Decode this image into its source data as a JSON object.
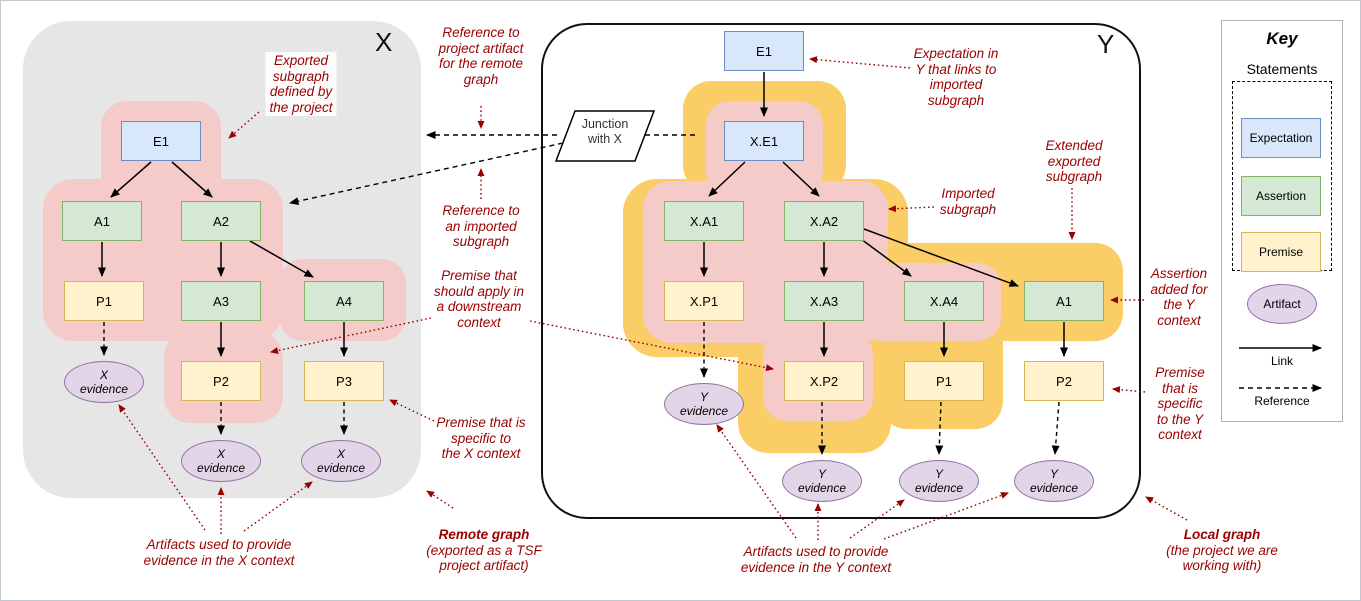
{
  "remote_graph": {
    "title": "X",
    "nodes": {
      "e1": "E1",
      "a1": "A1",
      "a2": "A2",
      "p1": "P1",
      "a3": "A3",
      "a4": "A4",
      "p2": "P2",
      "p3": "P3"
    },
    "evidence_label": "X\nevidence"
  },
  "local_graph": {
    "title": "Y",
    "nodes": {
      "e1": "E1",
      "xe1": "X.E1",
      "xa1": "X.A1",
      "xa2": "X.A2",
      "xp1": "X.P1",
      "xa3": "X.A3",
      "xa4": "X.A4",
      "a1": "A1",
      "xp2": "X.P2",
      "p1": "P1",
      "p2": "P2"
    },
    "evidence_label": "Y\nevidence"
  },
  "junction": {
    "label": "Junction\nwith X"
  },
  "annotations": {
    "exported_subgraph": "Exported\nsubgraph\ndefined by\nthe project",
    "reference_project_artifact": "Reference to\nproject artifact\nfor the remote\ngraph",
    "reference_imported_subgraph": "Reference to\nan imported\nsubgraph",
    "premise_downstream": "Premise that\nshould apply in\na downstream\ncontext",
    "premise_x_context": "Premise that is\nspecific to\nthe X context",
    "artifacts_x": "Artifacts used to provide\nevidence in the X context",
    "remote_graph_title": "Remote graph",
    "remote_graph_sub": "(exported  as a TSF\nproject artifact)",
    "expectation_y": "Expectation in\nY that links to\nimported\nsubgraph",
    "extended_exported": "Extended\nexported\nsubgraph",
    "imported_subgraph": "Imported\nsubgraph",
    "assertion_added_y": "Assertion\nadded for\nthe Y\ncontext",
    "premise_y_context": "Premise\nthat is\nspecific\nto the Y\ncontext",
    "artifacts_y": "Artifacts used to provide\nevidence in the Y context",
    "local_graph_title": "Local graph",
    "local_graph_sub": "(the project we are\nworking with)"
  },
  "key": {
    "title": "Key",
    "section": "Statements",
    "types": [
      {
        "label": "Expectation",
        "fill": "#d9e7fb",
        "border": "#6c8ebf"
      },
      {
        "label": "Assertion",
        "fill": "#d5e8d4",
        "border": "#82b366"
      },
      {
        "label": "Premise",
        "fill": "#fff2cc",
        "border": "#d6b656"
      }
    ],
    "artifact_label": "Artifact",
    "link_label": "Link",
    "reference_label": "Reference"
  },
  "colors": {
    "exported_region_pink": "#f5cbca",
    "extended_region_yellow": "#fbcd66",
    "remote_box_gray": "#e6e6e6",
    "artifact_fill": "#e1d5e7",
    "artifact_border": "#9673a6",
    "annotation_red": "#990000"
  }
}
